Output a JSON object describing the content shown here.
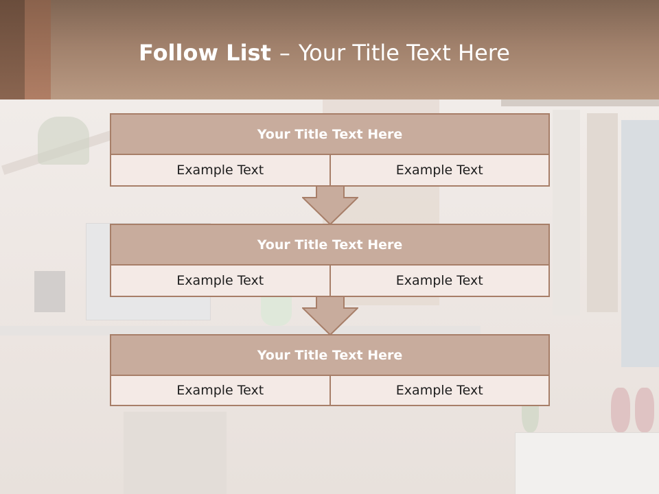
{
  "slide": {
    "title_bold": "Follow List",
    "title_sep": "–",
    "title_rest": "Your Title Text Here"
  },
  "blocks": [
    {
      "title": "Your Title Text Here",
      "cells": [
        "Example Text",
        "Example Text"
      ]
    },
    {
      "title": "Your Title Text Here",
      "cells": [
        "Example Text",
        "Example Text"
      ]
    },
    {
      "title": "Your Title Text Here",
      "cells": [
        "Example Text",
        "Example Text"
      ]
    }
  ],
  "colors": {
    "header": "#a0806b",
    "box_border": "#a77e68",
    "box_title_fill": "#c8ac9d",
    "cell_fill": "#f4eae6"
  },
  "icons": [
    "down-arrow-icon"
  ]
}
